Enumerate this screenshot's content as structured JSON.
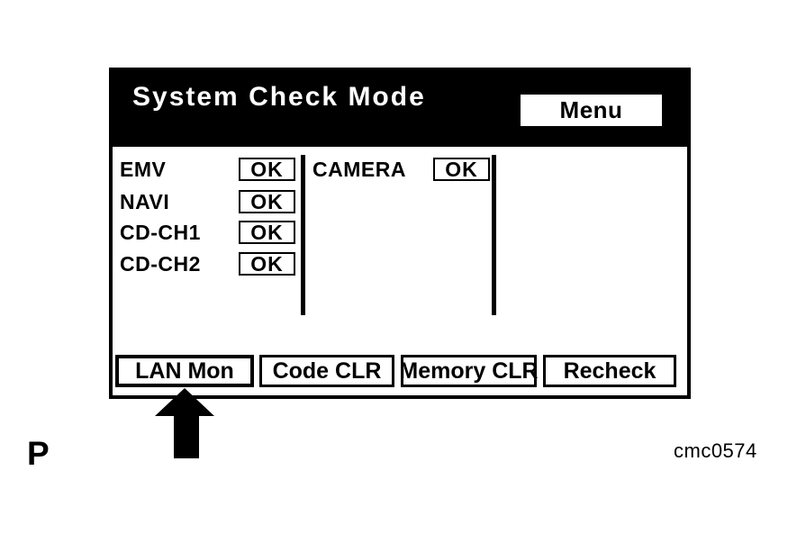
{
  "figure": {
    "page_label": "P",
    "figure_code": "cmc0574",
    "annotation": {
      "arrow_icon": "up-arrow",
      "arrow_target": "LAN Mon"
    }
  },
  "screen": {
    "title": "System Check Mode",
    "menu_button_label": "Menu",
    "left_items": [
      {
        "label": "EMV",
        "status": "OK"
      },
      {
        "label": "NAVI",
        "status": "OK"
      },
      {
        "label": "CD-CH1",
        "status": "OK"
      },
      {
        "label": "CD-CH2",
        "status": "OK"
      }
    ],
    "center_items": [
      {
        "label": "CAMERA",
        "status": "OK"
      }
    ],
    "footer_buttons": [
      {
        "label": "LAN Mon",
        "highlighted": true
      },
      {
        "label": "Code CLR",
        "highlighted": false
      },
      {
        "label": "Memory CLR",
        "highlighted": false
      },
      {
        "label": "Recheck",
        "highlighted": false
      }
    ],
    "colors": {
      "header_bg": "#000000",
      "header_text": "#ffffff",
      "screen_bg": "#ffffff",
      "screen_text": "#000000"
    }
  }
}
